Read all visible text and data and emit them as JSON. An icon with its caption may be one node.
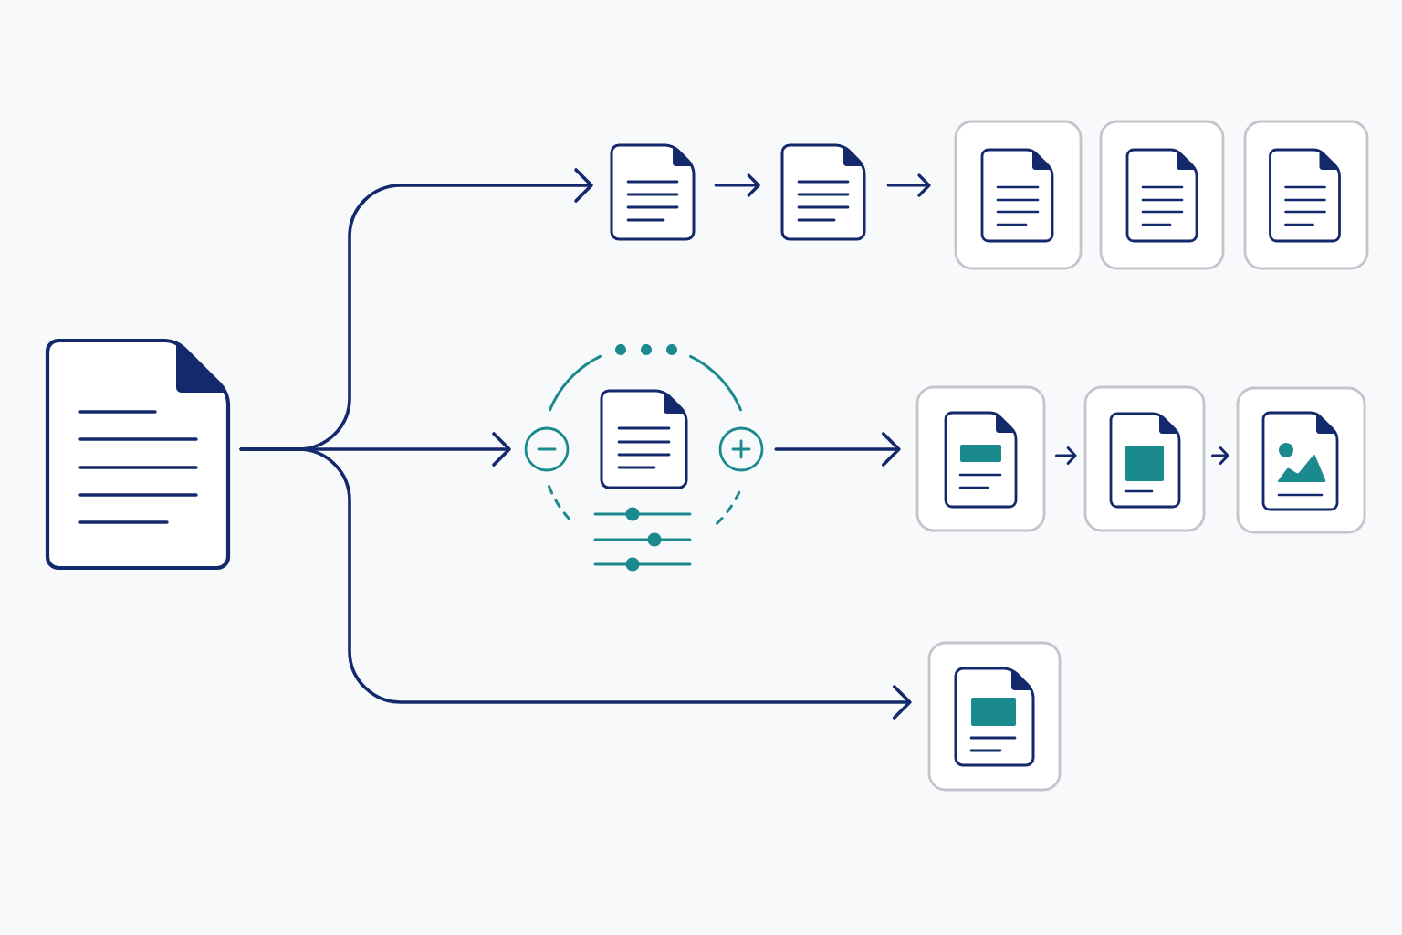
{
  "diagram": {
    "nodes": [
      {
        "text": [],
        "shape": "document"
      },
      {
        "text": [],
        "shape": "document"
      },
      {
        "text": [],
        "shape": "document"
      },
      {
        "text": [],
        "shape": "box"
      },
      {
        "text": [],
        "shape": "document",
        "in": 3
      },
      {
        "text": [],
        "shape": "box"
      },
      {
        "text": [],
        "shape": "document",
        "in": 5
      },
      {
        "text": [],
        "shape": "box"
      },
      {
        "text": [],
        "shape": "document",
        "in": 7
      },
      {
        "text": [],
        "shape": "circle"
      },
      {
        "text": [],
        "shape": "document",
        "in": 9
      },
      {
        "text": [],
        "shape": "box"
      },
      {
        "text": [],
        "shape": "document",
        "in": 11
      },
      {
        "text": [],
        "shape": "box"
      },
      {
        "text": [],
        "shape": "document",
        "in": 13
      },
      {
        "text": [],
        "shape": "box"
      },
      {
        "text": [],
        "shape": "picture",
        "in": 15
      },
      {
        "text": [],
        "shape": "box"
      },
      {
        "text": [],
        "shape": "document",
        "in": 17
      }
    ],
    "edges": [
      {
        "from": 0,
        "to": 1,
        "arrow": "to"
      },
      {
        "from": 0,
        "to": 9,
        "arrow": "to"
      },
      {
        "from": 0,
        "to": 17,
        "arrow": "to"
      },
      {
        "from": 1,
        "to": 2,
        "arrow": "to"
      },
      {
        "from": 2,
        "to": 3,
        "arrow": "to"
      },
      {
        "from": 9,
        "to": 11,
        "arrow": "to"
      },
      {
        "from": 11,
        "to": 13,
        "arrow": "to"
      },
      {
        "from": 13,
        "to": 15,
        "arrow": "to"
      }
    ]
  }
}
